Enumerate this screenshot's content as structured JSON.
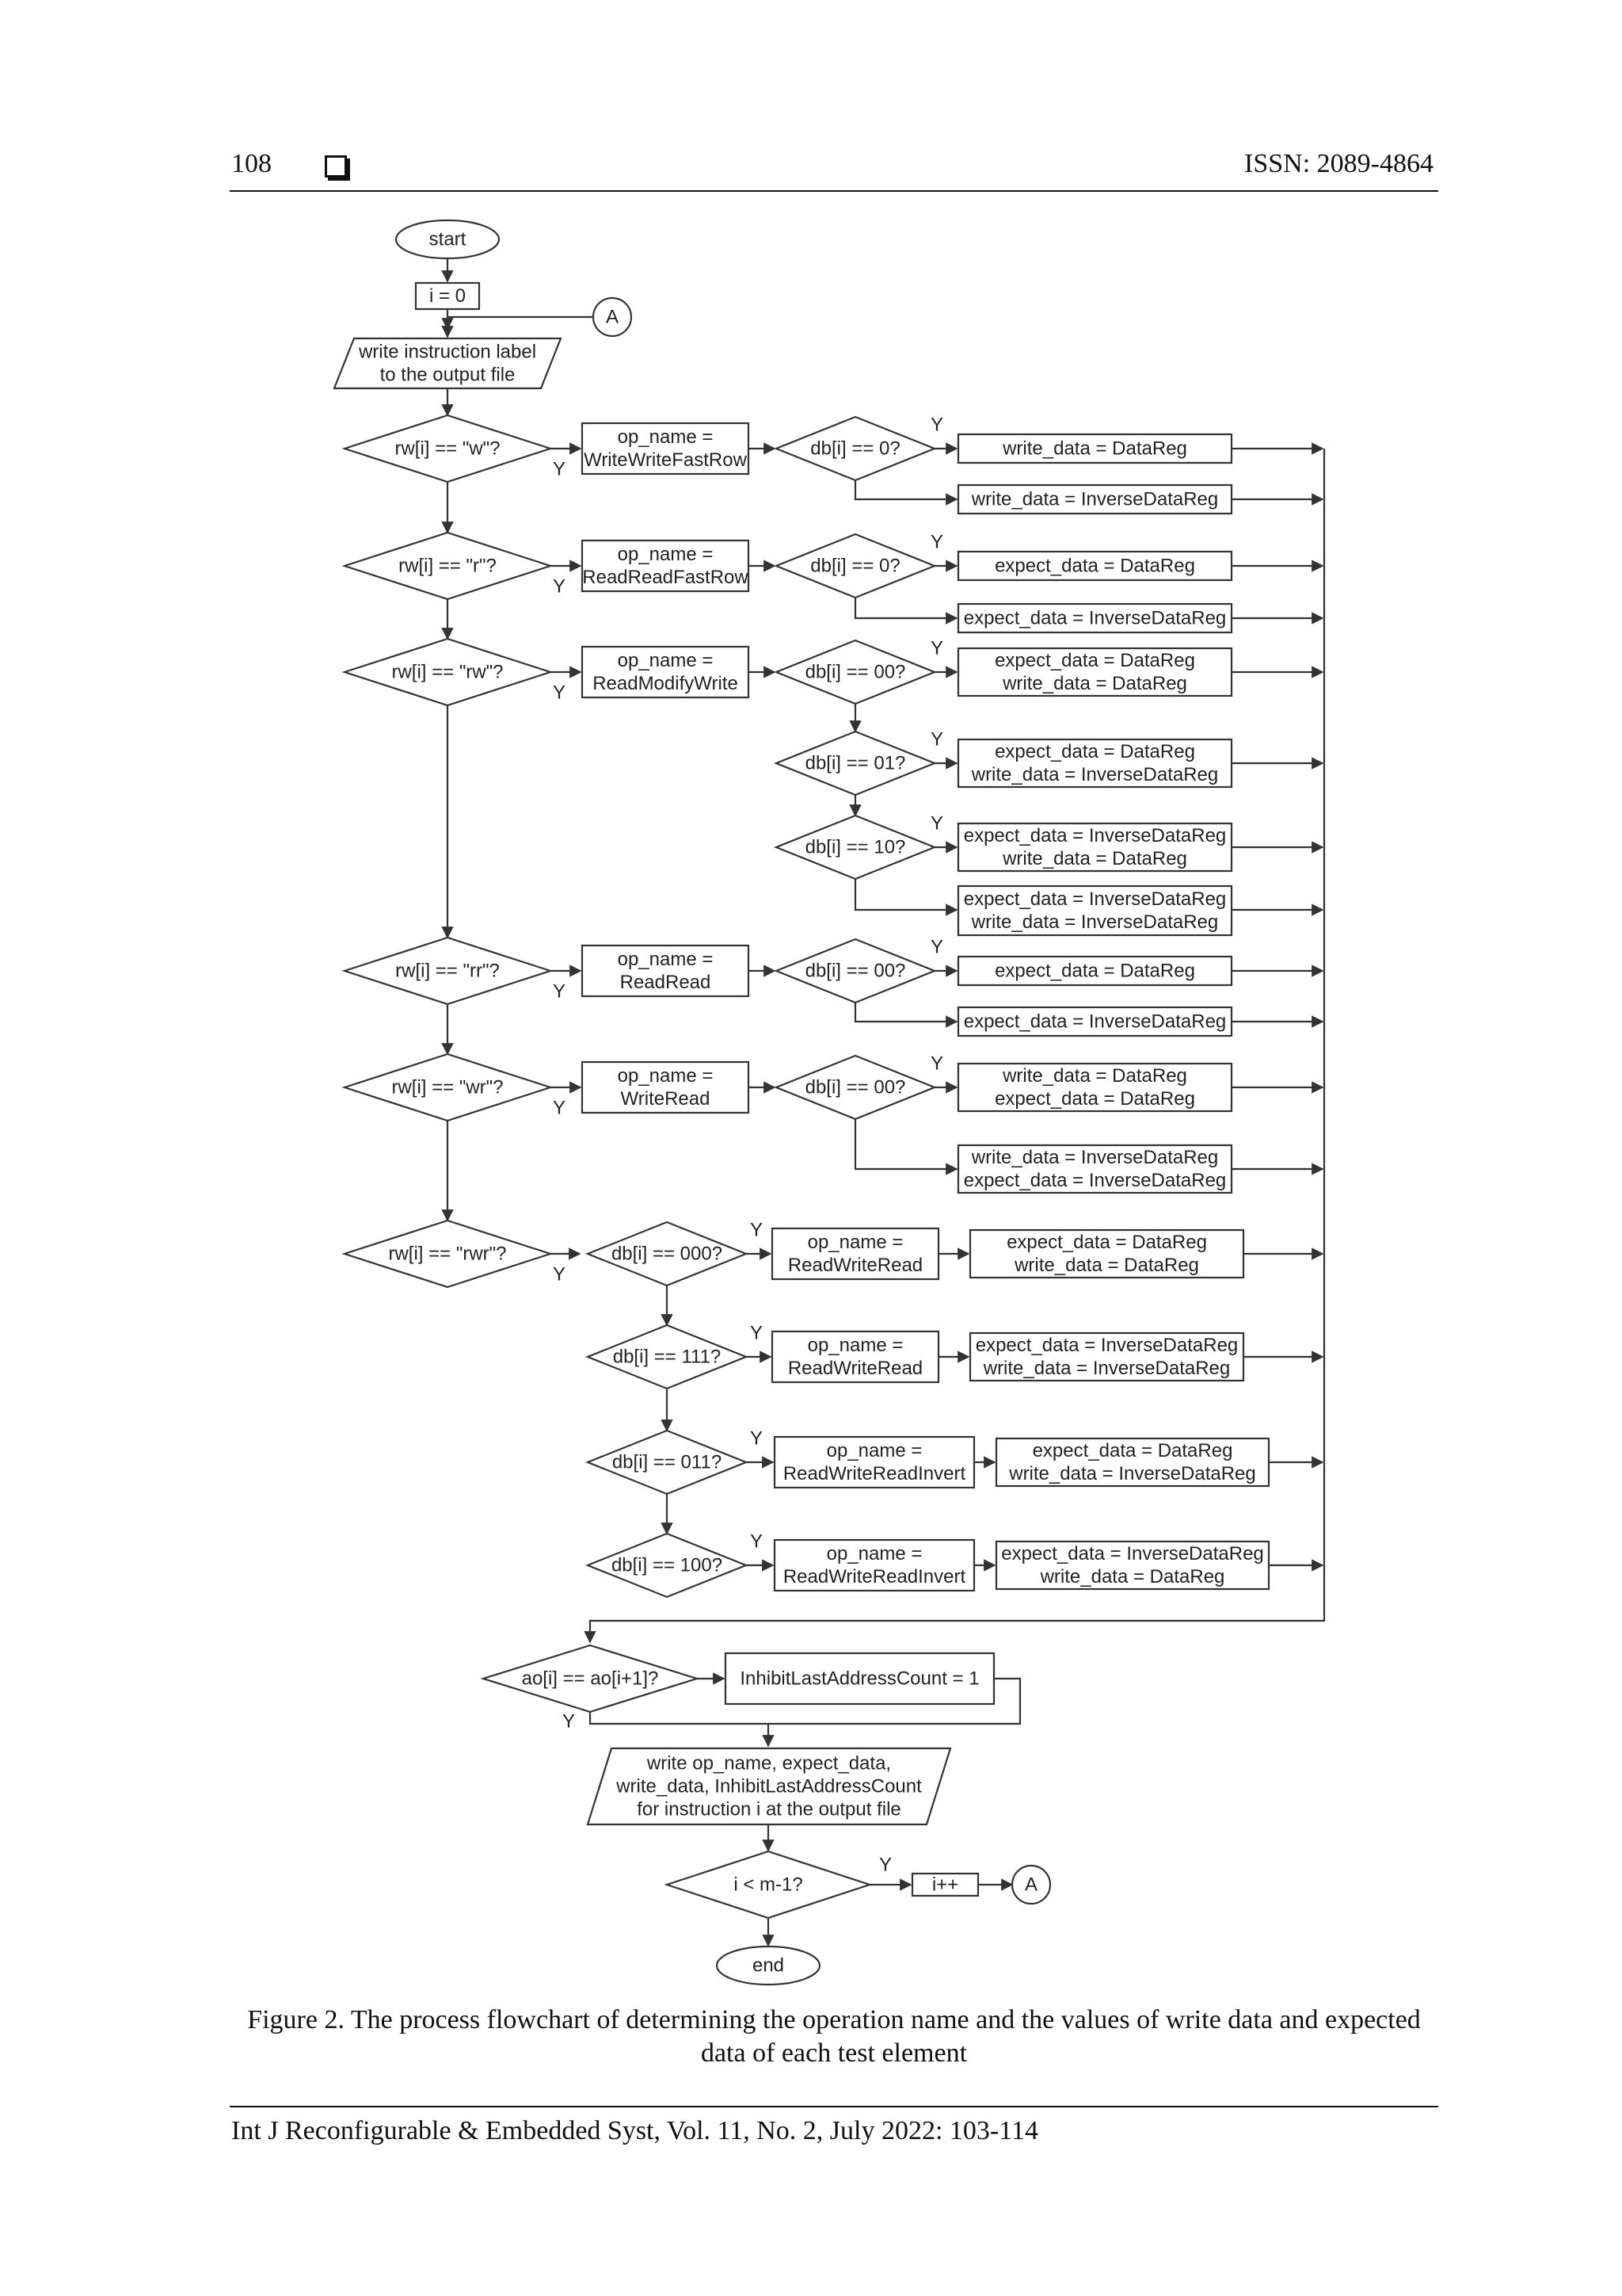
{
  "header": {
    "page_number": "108",
    "issn": "ISSN: 2089-4864"
  },
  "caption": "Figure 2. The process flowchart of determining the operation name and the values of write data and expected data of each test element",
  "footer": "Int J Reconfigurable & Embedded Syst, Vol. 11, No. 2, July 2022: 103-114",
  "flowchart": {
    "start": "start",
    "end": "end",
    "init": [
      "i = 0"
    ],
    "connector": "A",
    "write_label": [
      "write instruction label",
      "to the output file"
    ],
    "yes": "Y",
    "branches": [
      {
        "cond": [
          "rw[i] == \"w\"?"
        ],
        "op": [
          "op_name =",
          "WriteWriteFastRow"
        ],
        "checks": [
          {
            "cond": [
              "db[i] == 0?"
            ],
            "result": [
              "write_data = DataReg"
            ]
          }
        ],
        "else": [
          "write_data = InverseDataReg"
        ]
      },
      {
        "cond": [
          "rw[i] == \"r\"?"
        ],
        "op": [
          "op_name =",
          "ReadReadFastRow"
        ],
        "checks": [
          {
            "cond": [
              "db[i] == 0?"
            ],
            "result": [
              "expect_data = DataReg"
            ]
          }
        ],
        "else": [
          "expect_data = InverseDataReg"
        ]
      },
      {
        "cond": [
          "rw[i] == \"rw\"?"
        ],
        "op": [
          "op_name =",
          "ReadModifyWrite"
        ],
        "checks": [
          {
            "cond": [
              "db[i] == 00?"
            ],
            "result": [
              "expect_data = DataReg",
              "write_data = DataReg"
            ]
          },
          {
            "cond": [
              "db[i] == 01?"
            ],
            "result": [
              "expect_data = DataReg",
              "write_data = InverseDataReg"
            ]
          },
          {
            "cond": [
              "db[i] == 10?"
            ],
            "result": [
              "expect_data = InverseDataReg",
              "write_data = DataReg"
            ]
          }
        ],
        "else": [
          "expect_data = InverseDataReg",
          "write_data = InverseDataReg"
        ]
      },
      {
        "cond": [
          "rw[i] == \"rr\"?"
        ],
        "op": [
          "op_name =",
          "ReadRead"
        ],
        "checks": [
          {
            "cond": [
              "db[i] == 00?"
            ],
            "result": [
              "expect_data = DataReg"
            ]
          }
        ],
        "else": [
          "expect_data = InverseDataReg"
        ]
      },
      {
        "cond": [
          "rw[i] == \"wr\"?"
        ],
        "op": [
          "op_name =",
          "WriteRead"
        ],
        "checks": [
          {
            "cond": [
              "db[i] == 00?"
            ],
            "result": [
              "write_data = DataReg",
              "expect_data = DataReg"
            ]
          }
        ],
        "else": [
          "write_data = InverseDataReg",
          "expect_data = InverseDataReg"
        ]
      }
    ],
    "rwr": {
      "cond": [
        "rw[i] == \"rwr\"?"
      ],
      "cases": [
        {
          "cond": [
            "db[i] == 000?"
          ],
          "op": [
            "op_name =",
            "ReadWriteRead"
          ],
          "result": [
            "expect_data = DataReg",
            "write_data = DataReg"
          ]
        },
        {
          "cond": [
            "db[i] == 111?"
          ],
          "op": [
            "op_name =",
            "ReadWriteRead"
          ],
          "result": [
            "expect_data = InverseDataReg",
            "write_data = InverseDataReg"
          ]
        },
        {
          "cond": [
            "db[i] == 011?"
          ],
          "op": [
            "op_name =",
            "ReadWriteReadInvert"
          ],
          "result": [
            "expect_data = DataReg",
            "write_data = InverseDataReg"
          ]
        },
        {
          "cond": [
            "db[i] == 100?"
          ],
          "op": [
            "op_name =",
            "ReadWriteReadInvert"
          ],
          "result": [
            "expect_data = InverseDataReg",
            "write_data = DataReg"
          ]
        }
      ]
    },
    "ao_check": [
      "ao[i] == ao[i+1]?"
    ],
    "inhibit": [
      "InhibitLastAddressCount = 1"
    ],
    "write_output": [
      "write op_name, expect_data,",
      "write_data, InhibitLastAddressCount",
      "for instruction i at the output file"
    ],
    "loop_check": [
      "i < m-1?"
    ],
    "increment": [
      "i++"
    ]
  }
}
